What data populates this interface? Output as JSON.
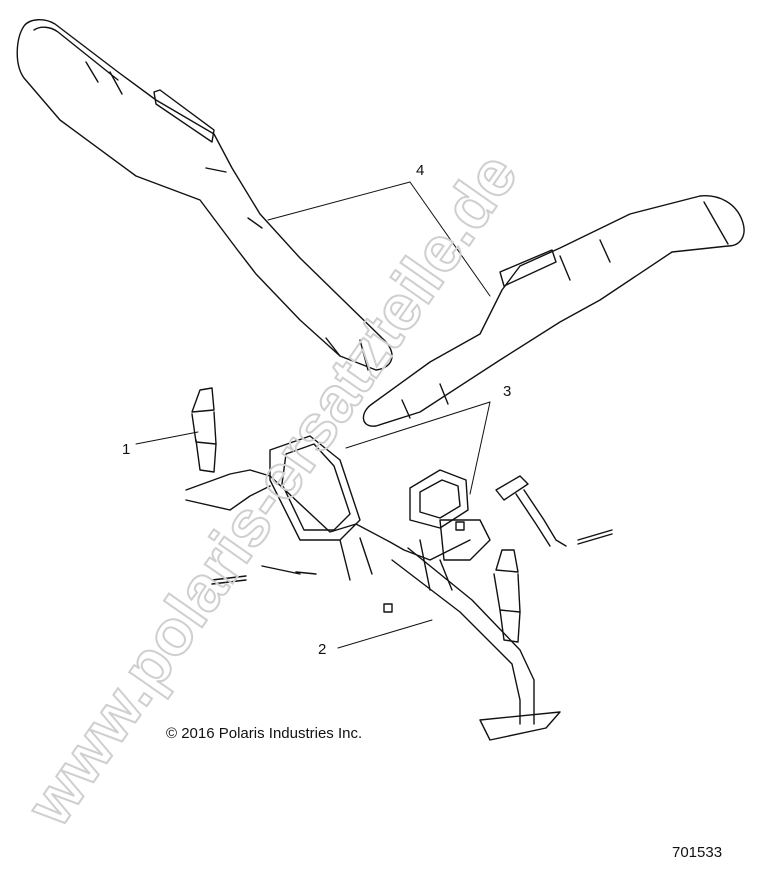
{
  "callouts": {
    "c1": "1",
    "c2": "2",
    "c3": "3",
    "c4": "4"
  },
  "copyright": "© 2016 Polaris Industries Inc.",
  "part_number": "701533",
  "watermark": "www.polaris-ersatzteile.de",
  "colors": {
    "line": "#111111",
    "watermark": "#d9d9d9"
  }
}
